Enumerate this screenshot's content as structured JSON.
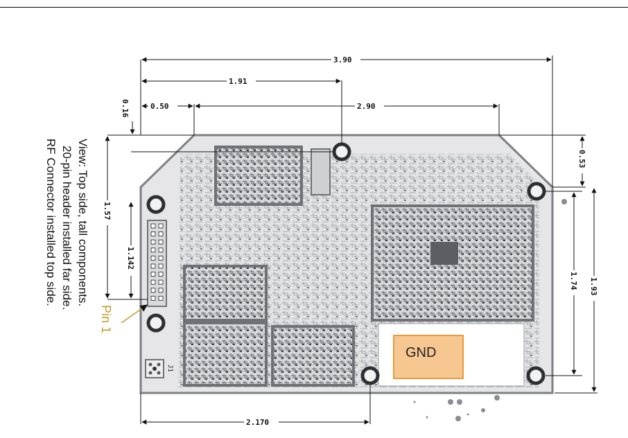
{
  "dimensions": {
    "overall_width": "3.90",
    "to_upper_hole": "1.91",
    "chamfer_offset": "0.50",
    "chamfer_span": "2.90",
    "top_margin": "0.16",
    "left_height": "1.57",
    "header_span": "1.142",
    "right_chamfer": "0.53",
    "hole_spacing_right": "1.74",
    "right_height": "1.93",
    "bottom_hole": "2.170"
  },
  "labels": {
    "pin1": "Pin 1",
    "gnd": "GND",
    "connector": "J1"
  },
  "notes": [
    "View: Top side, tall components.",
    "20-pin header installed far side.",
    "RF Connector installed top side."
  ],
  "colors": {
    "board": "#e6e6e8",
    "board_edge": "#7d7f84",
    "trace": "#6f7177",
    "gnd_fill": "#f7c792",
    "gnd_border": "#e99a3a",
    "pin_label": "#c59a2a"
  }
}
